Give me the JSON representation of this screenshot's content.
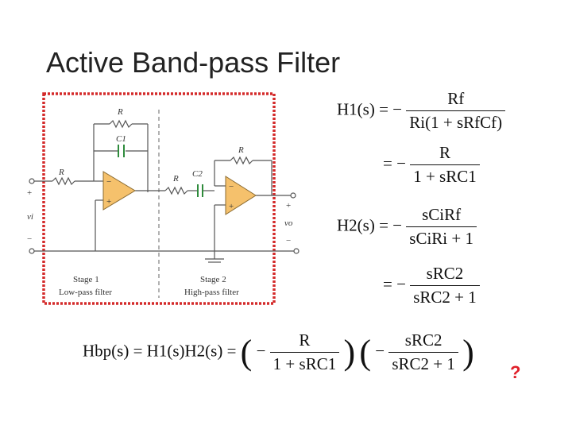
{
  "title": "Active Band-pass Filter",
  "circuit": {
    "labels": {
      "r_feedback": "R",
      "c1": "C1",
      "r_in1": "R",
      "r_in2": "R",
      "c2": "C2",
      "r_feedback2": "R",
      "plus_left": "+",
      "minus_left": "−",
      "vi": "vi",
      "plus_right": "+",
      "minus_right": "−",
      "vo": "vo",
      "stage1": "Stage 1",
      "stage1_desc": "Low-pass filter",
      "stage2": "Stage 2",
      "stage2_desc": "High-pass filter"
    },
    "frame_color": "#d42a2a",
    "opamp_color": "#f5c16c",
    "capacitor_color": "#2e8b3c"
  },
  "equations": {
    "h1_lhs": "H1(s) = −",
    "h1_num": "Rf",
    "h1_den": "Ri(1 + sRfCf)",
    "h1_eq": "= −",
    "h1b_num": "R",
    "h1b_den": "1 + sRC1",
    "h2_lhs": "H2(s) = −",
    "h2_num": "sCiRf",
    "h2_den": "sCiRi + 1",
    "h2_eq": "= −",
    "h2b_num": "sRC2",
    "h2b_den": "sRC2 + 1",
    "hbp_lhs": "Hbp(s) = H1(s)H2(s) =",
    "hbp_left_sign": "−",
    "hbp_left_num": "R",
    "hbp_left_den": "1 + sRC1",
    "hbp_right_sign": "−",
    "hbp_right_num": "sRC2",
    "hbp_right_den": "sRC2 + 1"
  },
  "question_mark": "?"
}
